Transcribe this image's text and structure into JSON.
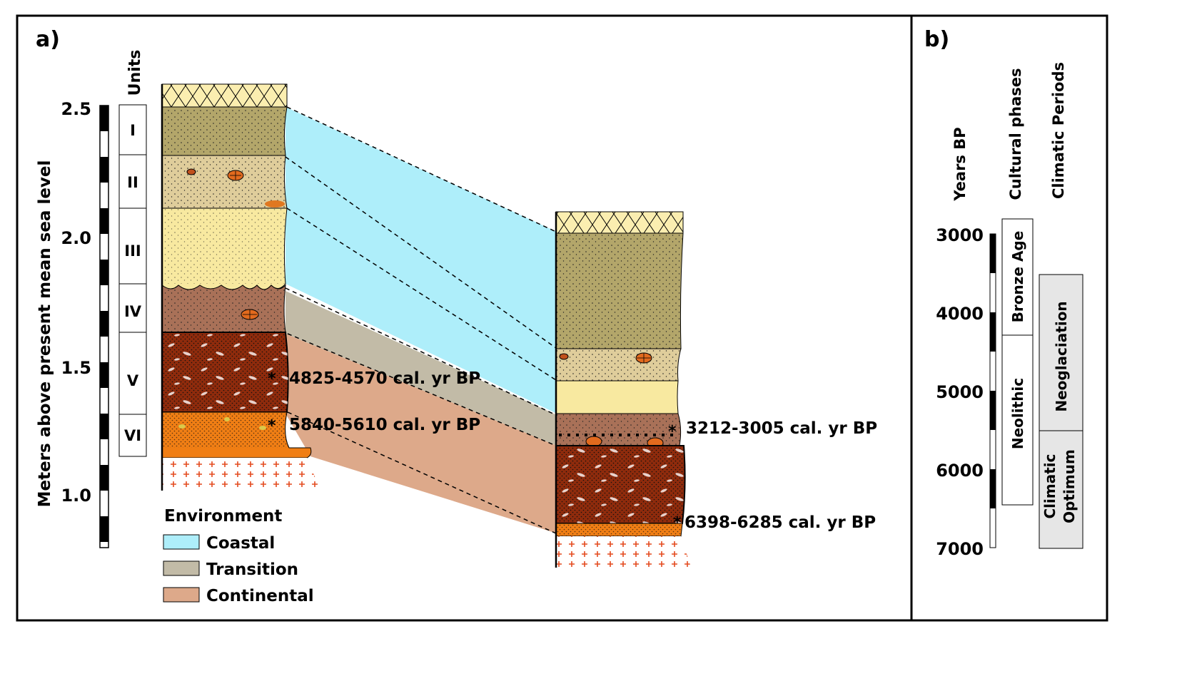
{
  "panel_a": {
    "label": "a)",
    "y_axis": {
      "title": "Meters above present mean sea level",
      "ticks": [
        "2.5",
        "2.0",
        "1.5",
        "1.0"
      ]
    },
    "units_header": "Units",
    "units": [
      "I",
      "II",
      "III",
      "IV",
      "V",
      "VI"
    ],
    "dates_left": [
      "4825-4570 cal. yr BP",
      "5840-5610 cal. yr BP"
    ],
    "dates_right": [
      "3212-3005 cal. yr BP",
      "6398-6285 cal. yr BP"
    ],
    "legend": {
      "title": "Environment",
      "items": [
        {
          "label": "Coastal",
          "color": "#aeeefa"
        },
        {
          "label": "Transition",
          "color": "#c2bba7"
        },
        {
          "label": "Continental",
          "color": "#dda98a"
        }
      ]
    }
  },
  "panel_b": {
    "label": "b)",
    "col_headers": [
      "Years BP",
      "Cultural phases",
      "Climatic Periods"
    ],
    "year_ticks": [
      "3000",
      "4000",
      "5000",
      "6000",
      "7000"
    ],
    "cultural_phases": [
      "Bronze Age",
      "Neolithic"
    ],
    "climatic_periods": [
      {
        "name": "Neoglaciation",
        "lines": [
          "Neoglaciation"
        ]
      },
      {
        "name": "Climatic Optimum",
        "lines": [
          "Climatic",
          "Optimum"
        ]
      }
    ]
  },
  "colors": {
    "olive": "#b3a66a",
    "sand": "#dfcd9b",
    "pale_yellow": "#f8e9a0",
    "brown": "#a97158",
    "dark_red_brown": "#8f2b0c",
    "orange": "#f07e14",
    "bedrock_cross": "#e44a1e",
    "hatch_fill": "#fbeeb0"
  }
}
